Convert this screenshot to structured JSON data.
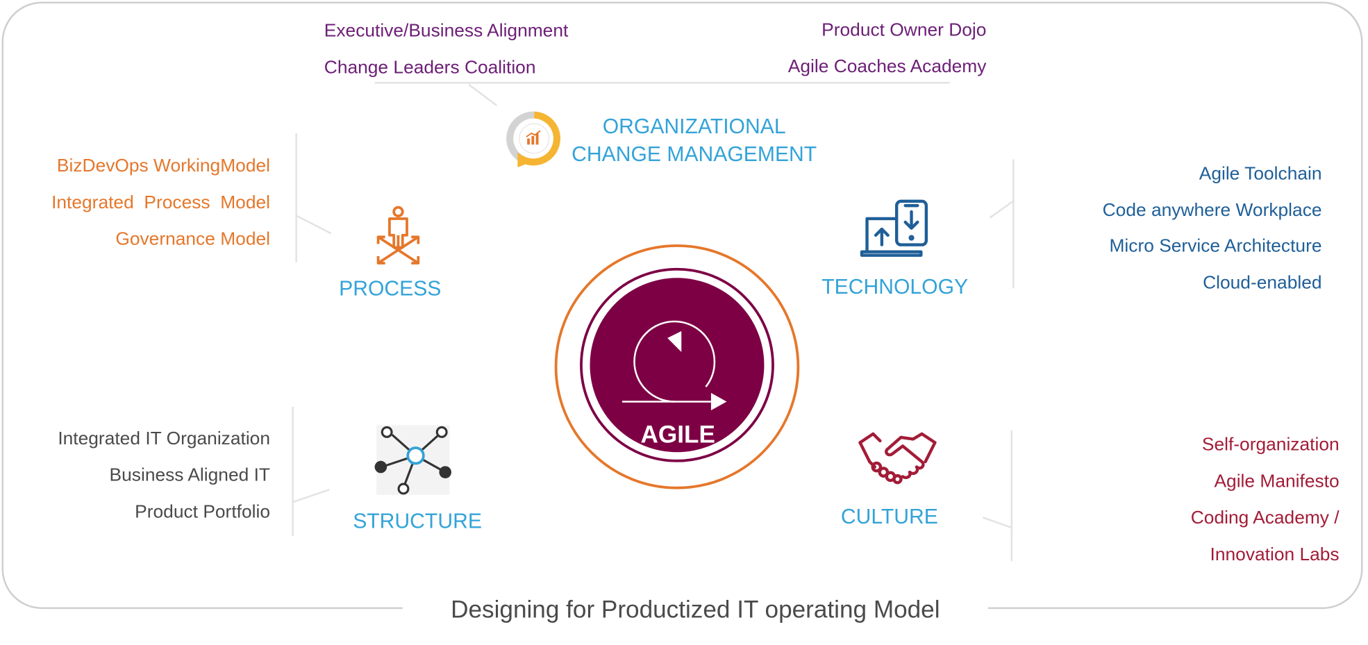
{
  "center": {
    "label": "AGILE"
  },
  "ocm": {
    "title_line1": "ORGANIZATIONAL",
    "title_line2": "CHANGE MANAGEMENT",
    "left_items": [
      "Executive/Business Alignment",
      "Change Leaders Coalition"
    ],
    "right_items": [
      "Product Owner Dojo",
      "Agile Coaches Academy"
    ]
  },
  "process": {
    "title": "PROCESS",
    "items": [
      "BizDevOps WorkingModel",
      "Integrated  Process  Model",
      "Governance Model"
    ]
  },
  "technology": {
    "title": "TECHNOLOGY",
    "items": [
      "Agile Toolchain",
      "Code anywhere Workplace",
      "Micro Service Architecture",
      "Cloud-enabled"
    ]
  },
  "structure": {
    "title": "STRUCTURE",
    "items": [
      "Integrated IT Organization",
      "Business Aligned IT",
      "Product Portfolio"
    ]
  },
  "culture": {
    "title": "CULTURE",
    "items": [
      "Self-organization",
      "Agile Manifesto",
      "Coding Academy /",
      "Innovation Labs"
    ]
  },
  "footer": {
    "caption": "Designing for Productized IT operating Model"
  },
  "colors": {
    "ocm_text": "#6d2077",
    "process_text": "#e5772b",
    "technology_text": "#1f5f98",
    "structure_text": "#4a4a4a",
    "culture_text": "#a31c37",
    "pillar_title": "#33a3d8",
    "agile_fill": "#7d0045",
    "agile_ring": "#e5772b"
  },
  "icons": {
    "ocm": "change-cycle-chart-icon",
    "process": "person-process-icon",
    "technology": "laptop-phone-sync-icon",
    "structure": "network-nodes-icon",
    "culture": "handshake-icon",
    "agile": "agile-loop-arrow-icon"
  }
}
